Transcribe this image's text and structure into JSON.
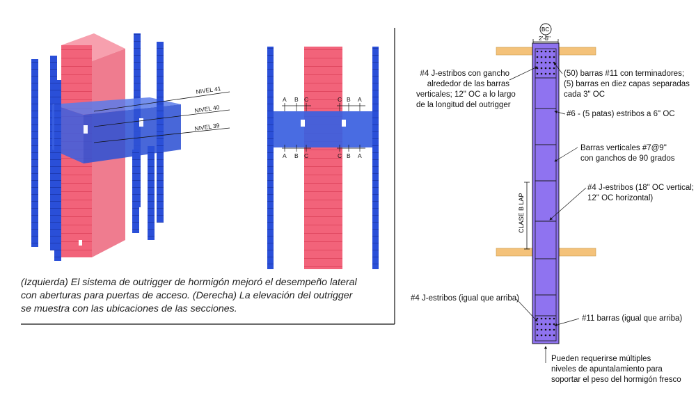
{
  "levels": [
    "NIVEL 41",
    "NIVEL 40",
    "NIVEL 39"
  ],
  "section_marks": {
    "left": [
      "A",
      "B",
      "C"
    ],
    "right": [
      "C",
      "B",
      "A"
    ]
  },
  "caption": [
    "(Izquierda) El sistema de outrigger de hormigón mejoró el desempeño lateral",
    "con aberturas para puertas de acceso. (Derecha) La elevación del outrigger",
    "se muestra con las ubicaciones de las secciones."
  ],
  "section": {
    "grid_tag": "BC",
    "width_label": "2'-6\"",
    "lap_label": "CLASE B LAP"
  },
  "notes": {
    "j_stirrups_hook": [
      "#4 J-estribos con gancho",
      "alrededor de las barras",
      "verticales; 12\" OC a lo largo",
      "de la longitud del outrigger"
    ],
    "bars_11_terminators": [
      "(50) barras #11 con terminadores;",
      "(5) barras en diez capas separadas",
      "cada 3\" OC"
    ],
    "stirrups_6": [
      "#6 - (5 patas) estribos a 6\" OC"
    ],
    "vertical_bars": [
      "Barras verticales #7@9\"",
      "con ganchos de 90 grados"
    ],
    "j_stirrups_spacing": [
      "#4 J-estribos (18\" OC vertical;",
      "12\" OC horizontal)"
    ],
    "j_stirrups_same": [
      "#4 J-estribos (igual que arriba)"
    ],
    "bars_11_same": [
      "#11 barras (igual que arriba)"
    ],
    "shoring": [
      "Pueden requerirse múltiples",
      "niveles de apuntalamiento para",
      "soportar el peso del hormigón fresco"
    ]
  },
  "colors": {
    "core_red": "#f2637a",
    "steel_blue": "#2a4fd8",
    "outrigger_blue": "#3a5fe0",
    "section_purple": "#8f73f0",
    "slab_orange": "#f4c27a"
  }
}
